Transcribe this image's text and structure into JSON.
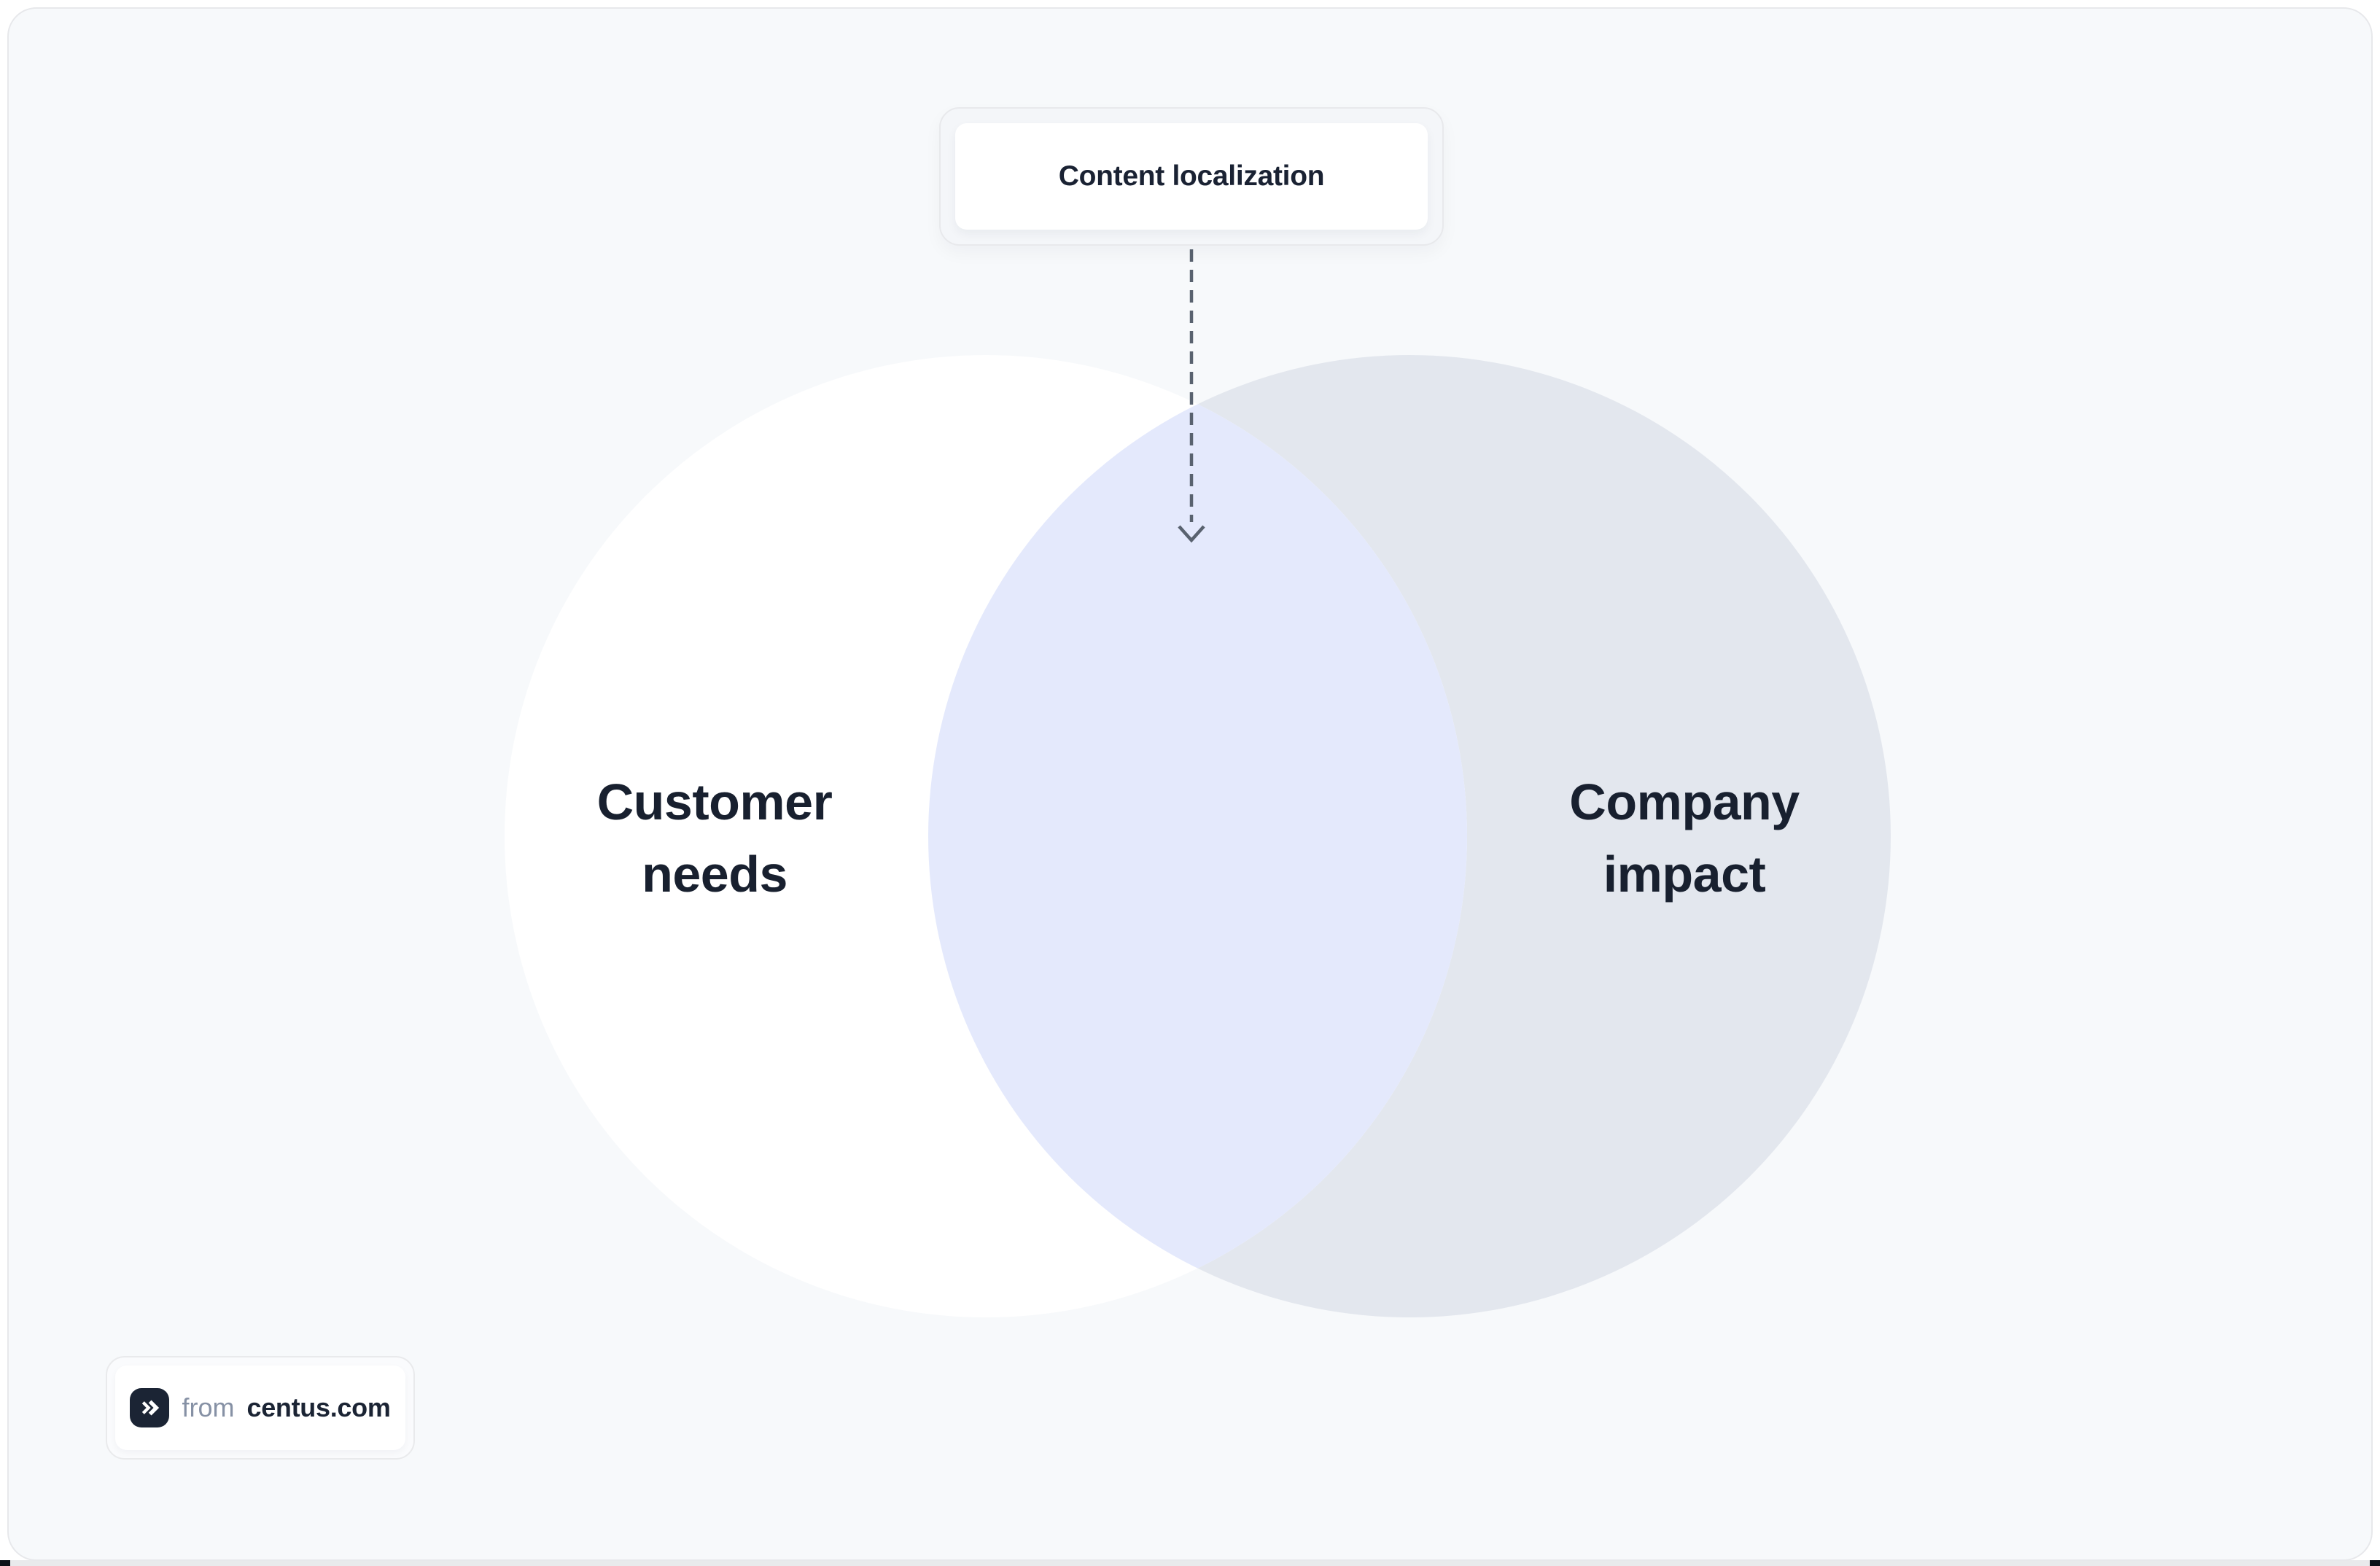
{
  "diagram": {
    "type": "venn",
    "callout_label": "Content localization",
    "connector": {
      "style": "dashed-arrow-down",
      "color": "#59626f"
    },
    "sets": [
      {
        "name": "customer-needs",
        "label": "Customer\nneeds",
        "fill": "#ffffff"
      },
      {
        "name": "company-impact",
        "label": "Company\nimpact",
        "fill": "#e3e7ee"
      }
    ],
    "overlap_fill": "#e4e9fc",
    "label_color": "#18202f"
  },
  "attribution": {
    "prefix": "from",
    "site": "centus.com",
    "icon": "double-chevron-right-icon"
  },
  "colors": {
    "page_bg": "#ffffff",
    "card_bg": "#f7f9fb",
    "card_border": "#e7e8eb",
    "callout_frame_bg": "#f4f6f9",
    "callout_inner_bg": "#ffffff",
    "text_dark": "#1b2434",
    "text_muted": "#8691a5",
    "icon_bg": "#1b2434",
    "bottom_strip": "#e9eaec",
    "corner_dark": "#0d1118"
  }
}
